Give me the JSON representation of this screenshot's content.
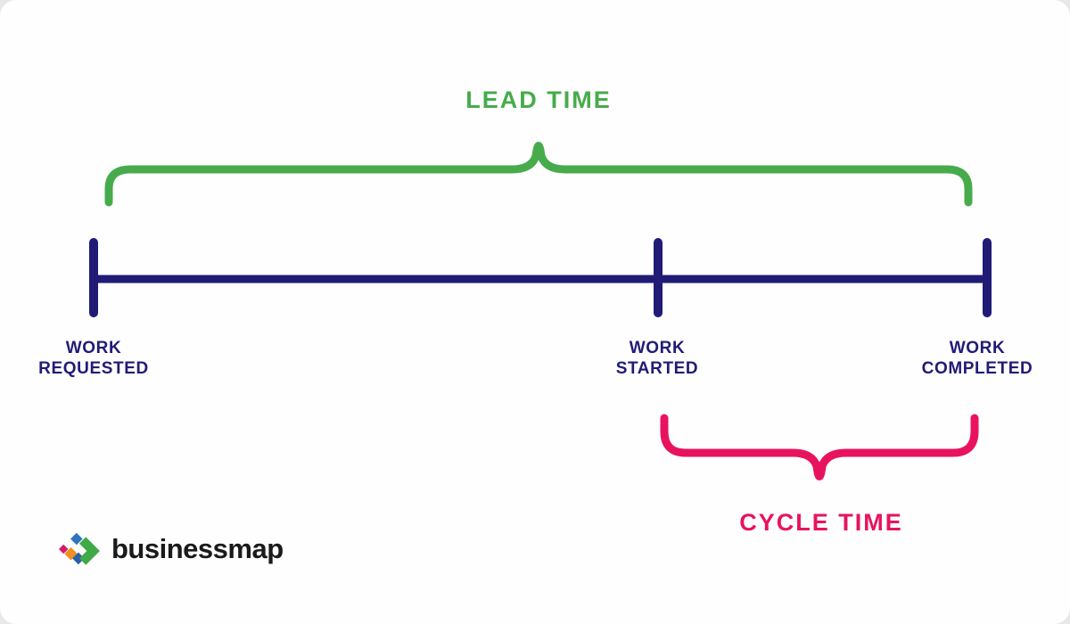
{
  "diagram": {
    "lead_time": {
      "label": "LEAD TIME",
      "color": "#47ab4c"
    },
    "cycle_time": {
      "label": "CYCLE TIME",
      "color": "#e8135f"
    },
    "timeline": {
      "color": "#201c76"
    },
    "milestones": [
      {
        "id": "work-requested",
        "line1": "WORK",
        "line2": "REQUESTED"
      },
      {
        "id": "work-started",
        "line1": "WORK",
        "line2": "STARTED"
      },
      {
        "id": "work-completed",
        "line1": "WORK",
        "line2": "COMPLETED"
      }
    ]
  },
  "logo": {
    "text": "businessmap",
    "icon": {
      "name": "businessmap-diamonds-icon",
      "colors": {
        "pink": "#d9176b",
        "orange": "#ef9122",
        "blue_top": "#3173bd",
        "blue_bottom": "#2a5fa9",
        "green": "#3faa47"
      }
    }
  }
}
